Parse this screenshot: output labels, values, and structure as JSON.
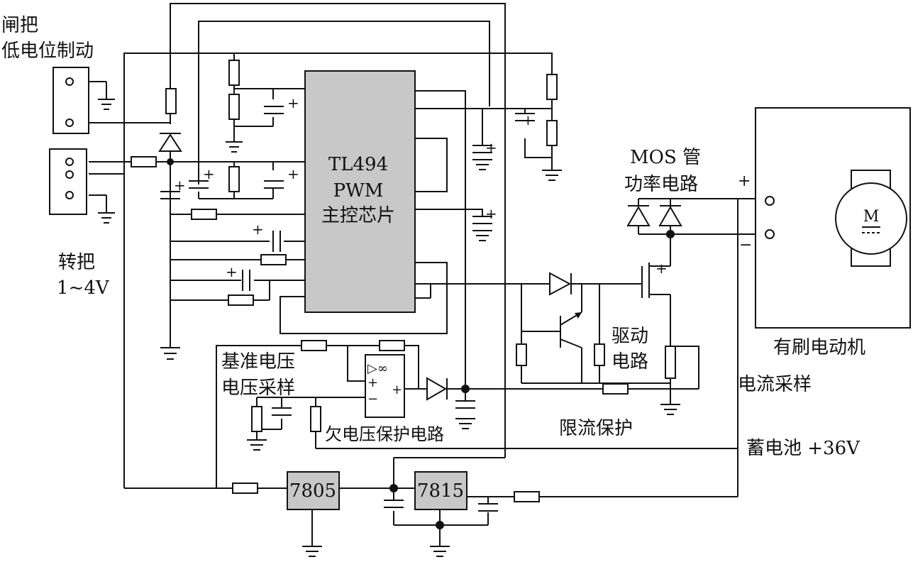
{
  "labels": {
    "brake_title": "闸把",
    "brake_sub": "低电位制动",
    "throttle_title": "转把",
    "throttle_range": "1~4V",
    "chip_line1": "TL494",
    "chip_line2": "PWM",
    "chip_line3": "主控芯片",
    "mos_line1": "MOS 管",
    "mos_line2": "功率电路",
    "motor_title": "有刷电动机",
    "motor_symbol": "M",
    "driver_line1": "驱动",
    "driver_line2": "电路",
    "current_sample": "电流采样",
    "current_limit": "限流保护",
    "ref_line1": "基准电压",
    "ref_line2": "电压采样",
    "undervoltage": "欠电压保护电路",
    "battery": "蓄电池 +36V",
    "reg1": "7805",
    "reg2": "7815",
    "plus": "+",
    "minus": "−",
    "opamp_inf": "▷∞"
  }
}
